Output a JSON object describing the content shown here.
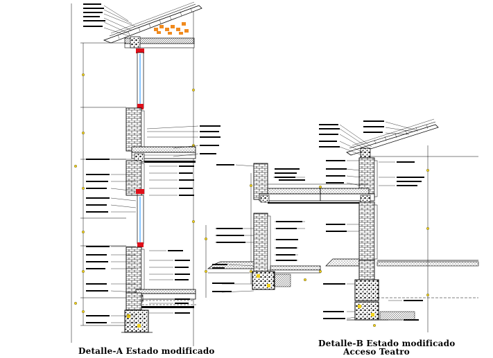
{
  "drawing": {
    "detail_a_title": "Detalle-A  Estado modificado",
    "detail_b_title": "Detalle-B  Estado modificado",
    "detail_b_subtitle": "Acceso Teatro"
  },
  "colors": {
    "background": "#ffffff",
    "line": "#000000",
    "guide_red": "#e0101a",
    "tile_orange": "#f08a1e",
    "marker_yellow": "#f2d21a",
    "glass_blue": "#4aa8ff"
  }
}
